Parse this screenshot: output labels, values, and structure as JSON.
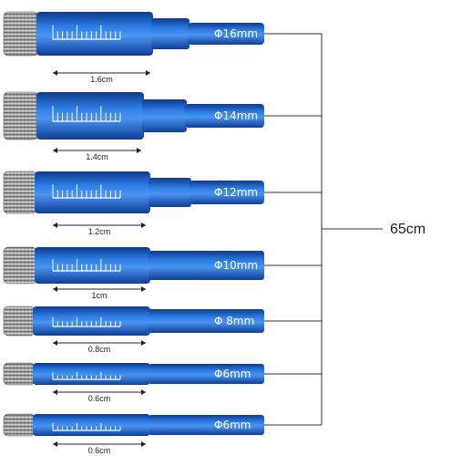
{
  "total_length": "65cm",
  "bits": [
    {
      "diameter": "Φ16mm",
      "length": "1.6cm"
    },
    {
      "diameter": "Φ14mm",
      "length": "1.4cm"
    },
    {
      "diameter": "Φ12mm",
      "length": "1.2cm"
    },
    {
      "diameter": "Φ10mm",
      "length": "1cm"
    },
    {
      "diameter": "Φ 8mm",
      "length": "0.8cm"
    },
    {
      "diameter": "Φ6mm",
      "length": "0.6cm"
    },
    {
      "diameter": "Φ6mm",
      "length": "0.6cm"
    }
  ],
  "colors": {
    "bit_blue": "#1e67d8",
    "bit_dark": "#0f3c8f",
    "tip_grey": "#9a9a9a",
    "line": "#333333"
  }
}
